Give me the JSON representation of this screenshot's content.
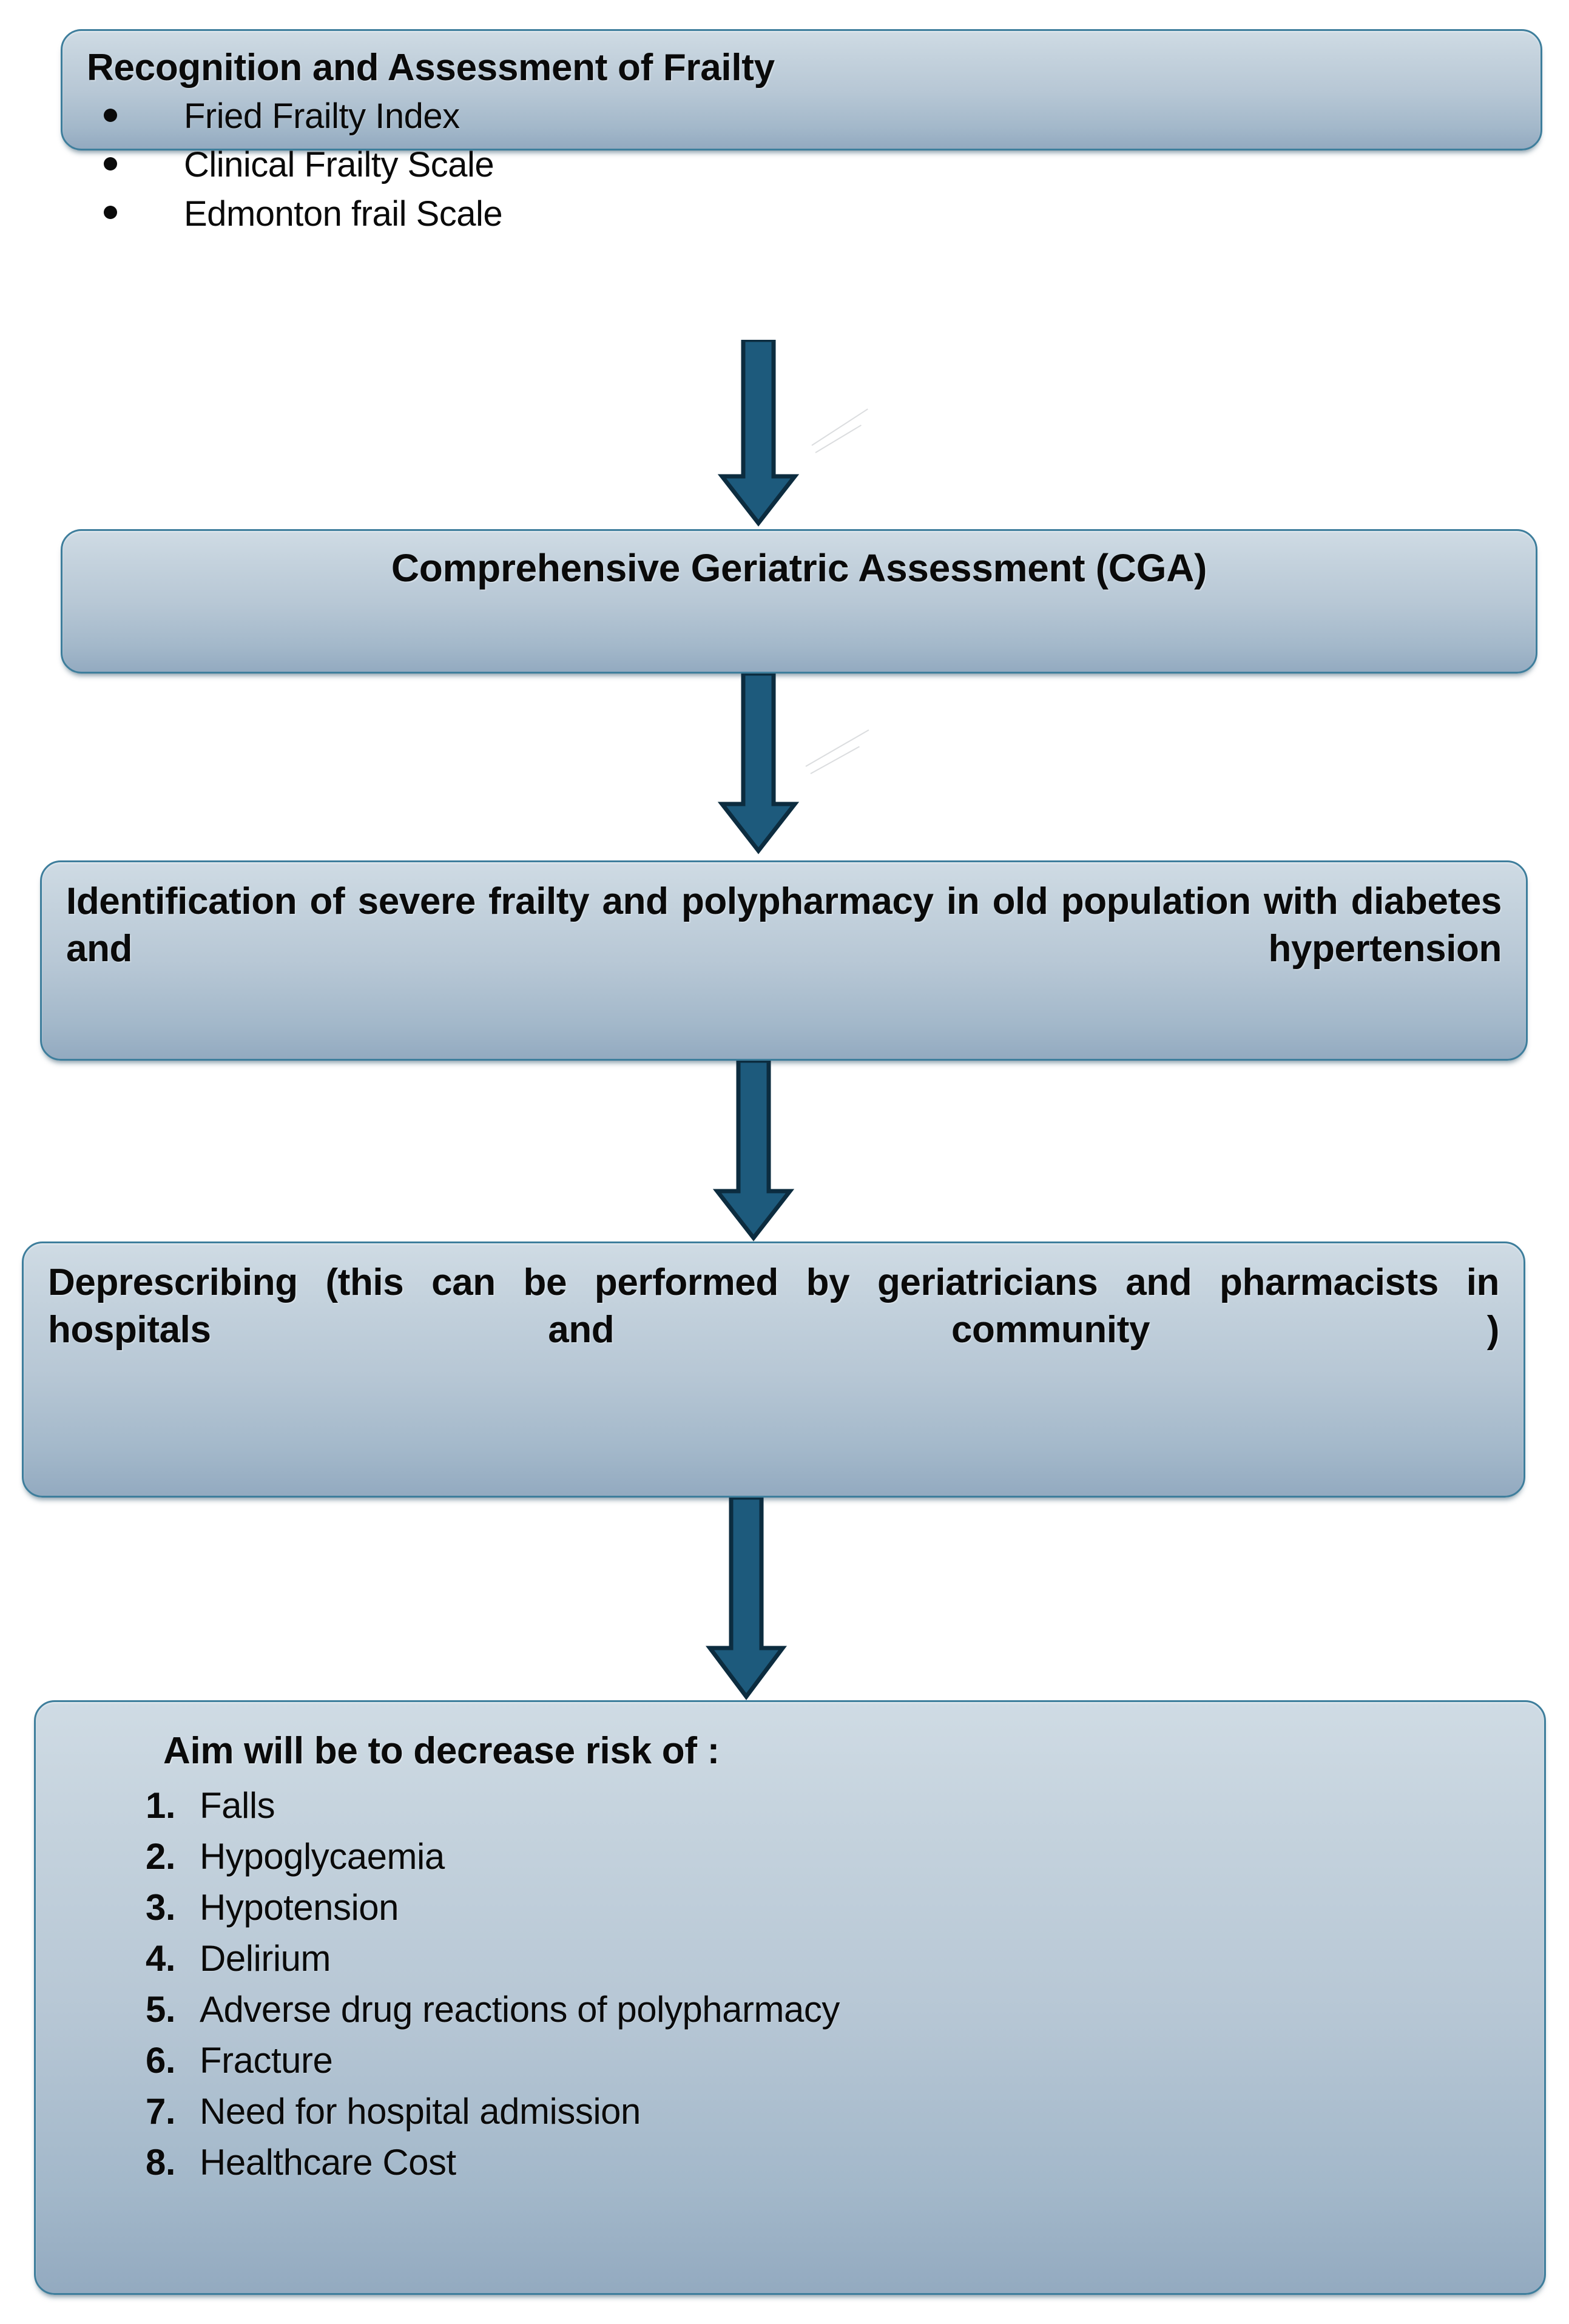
{
  "diagram": {
    "title": "Frailty recognition to deprescribing flowchart",
    "accent_color": "#1d5a7c",
    "node_fill_top": "#cfdbe4",
    "node_fill_bottom": "#93aac0",
    "node_border": "#3e7e9c",
    "nodes": [
      {
        "id": "recognition",
        "heading": "Recognition and Assessment of Frailty",
        "bullets": [
          "Fried Frailty Index",
          "Clinical Frailty Scale",
          "Edmonton frail Scale"
        ]
      },
      {
        "id": "cga",
        "heading": "Comprehensive Geriatric Assessment (CGA)"
      },
      {
        "id": "identification",
        "paragraph": "Identification of severe frailty and polypharmacy in old population with diabetes and hypertension"
      },
      {
        "id": "deprescribing",
        "paragraph": "Deprescribing (this can be performed by geriatricians and pharmacists in hospitals and community )"
      },
      {
        "id": "aims",
        "heading": "Aim will be to decrease risk of :",
        "items": [
          {
            "number": "1.",
            "label": "Falls"
          },
          {
            "number": "2.",
            "label": "Hypoglycaemia"
          },
          {
            "number": "3.",
            "label": "Hypotension"
          },
          {
            "number": "4.",
            "label": "Delirium"
          },
          {
            "number": "5.",
            "label": "Adverse drug reactions of polypharmacy"
          },
          {
            "number": "6.",
            "label": "Fracture"
          },
          {
            "number": "7.",
            "label": "Need for hospital admission"
          },
          {
            "number": "8.",
            "label": "Healthcare Cost"
          }
        ]
      }
    ],
    "connectors": [
      {
        "id": "arrow-1",
        "from": "recognition",
        "to": "cga"
      },
      {
        "id": "arrow-2",
        "from": "cga",
        "to": "identification"
      },
      {
        "id": "arrow-3",
        "from": "identification",
        "to": "deprescribing"
      },
      {
        "id": "arrow-4",
        "from": "deprescribing",
        "to": "aims"
      }
    ]
  }
}
